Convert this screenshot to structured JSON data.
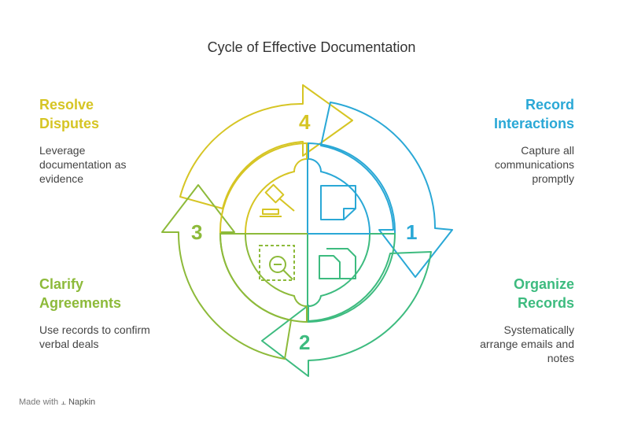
{
  "title": "Cycle of Effective Documentation",
  "steps": [
    {
      "number": "1",
      "heading_line1": "Record",
      "heading_line2": "Interactions",
      "description": "Capture all communications promptly",
      "color": "#2aa8d6",
      "icon": "sticky-note-icon"
    },
    {
      "number": "2",
      "heading_line1": "Organize",
      "heading_line2": "Records",
      "description": "Systematically arrange emails and notes",
      "color": "#3dbb7f",
      "icon": "documents-icon"
    },
    {
      "number": "3",
      "heading_line1": "Clarify",
      "heading_line2": "Agreements",
      "description": "Use records to confirm verbal deals",
      "color": "#8dba3a",
      "icon": "search-document-icon"
    },
    {
      "number": "4",
      "heading_line1": "Resolve",
      "heading_line2": "Disputes",
      "description": "Leverage documentation as evidence",
      "color": "#d6c524",
      "icon": "gavel-icon"
    }
  ],
  "footer": {
    "prefix": "Made with",
    "brand": "Napkin"
  }
}
